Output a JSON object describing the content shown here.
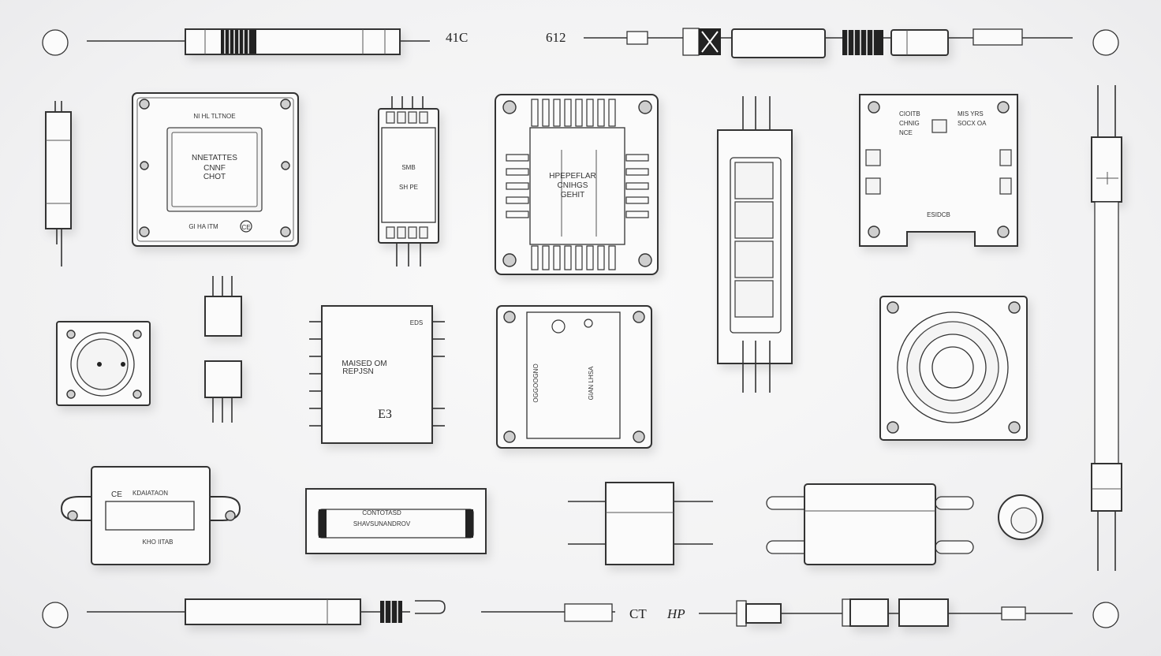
{
  "top_labels": {
    "left": "41C",
    "right": "612"
  },
  "bottom_labels": {
    "left": "CT",
    "right": "HP"
  },
  "module_a": {
    "line1": "NNETATTES",
    "line2": "CNNF",
    "line3": "CHOT",
    "top_text": "NI HL TLTNOE",
    "bottom_text": "GI HA ITM",
    "badge": "CE"
  },
  "relay_b": {
    "text1": "SMB",
    "text2": "SH PE"
  },
  "chip_c": {
    "line1": "HPEPEFLAR",
    "line2": "CNIHGS",
    "line3": "GEHIT"
  },
  "board_d": {
    "left1": "CIOITB",
    "left2": "CHNIG",
    "left3": "NCE",
    "right1": "MIS YRS",
    "right2": "SOCX OA",
    "bottom": "ESIDCB"
  },
  "module_e": {
    "line1": "MAISED OM",
    "line2": "REPJSN",
    "badge": "E3",
    "corner": "EDS"
  },
  "module_f": {
    "left": "OGGOOGNO",
    "mid": "GIAN LHSA"
  },
  "flange_g": {
    "label": "KDAIATAON",
    "badge": "CE",
    "bottom": "KHO IITAB"
  },
  "bar_h": {
    "label": "SHAVSUNANDROV",
    "top": "CONTOTASD"
  }
}
